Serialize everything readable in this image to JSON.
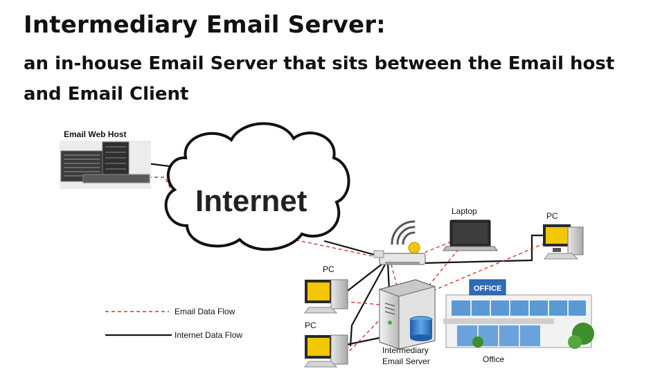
{
  "heading": {
    "title": "Intermediary Email Server:",
    "subtitle": "an in-house Email Server that sits between the Email host and Email Client"
  },
  "nodes": {
    "web_host": "Email Web Host",
    "internet": "Internet",
    "laptop": "Laptop",
    "pc_right": "PC",
    "pc_top": "PC",
    "pc_bottom": "PC",
    "server_line1": "Intermediary",
    "server_line2": "Email Server",
    "office": "Office",
    "office_sign": "OFFICE"
  },
  "legend": {
    "email_flow": "Email Data Flow",
    "internet_flow": "Internet Data Flow"
  },
  "colors": {
    "email_flow": "#d9342b",
    "internet_flow": "#111111",
    "screen": "#f2c600",
    "building_glass": "#4a8fd0"
  }
}
